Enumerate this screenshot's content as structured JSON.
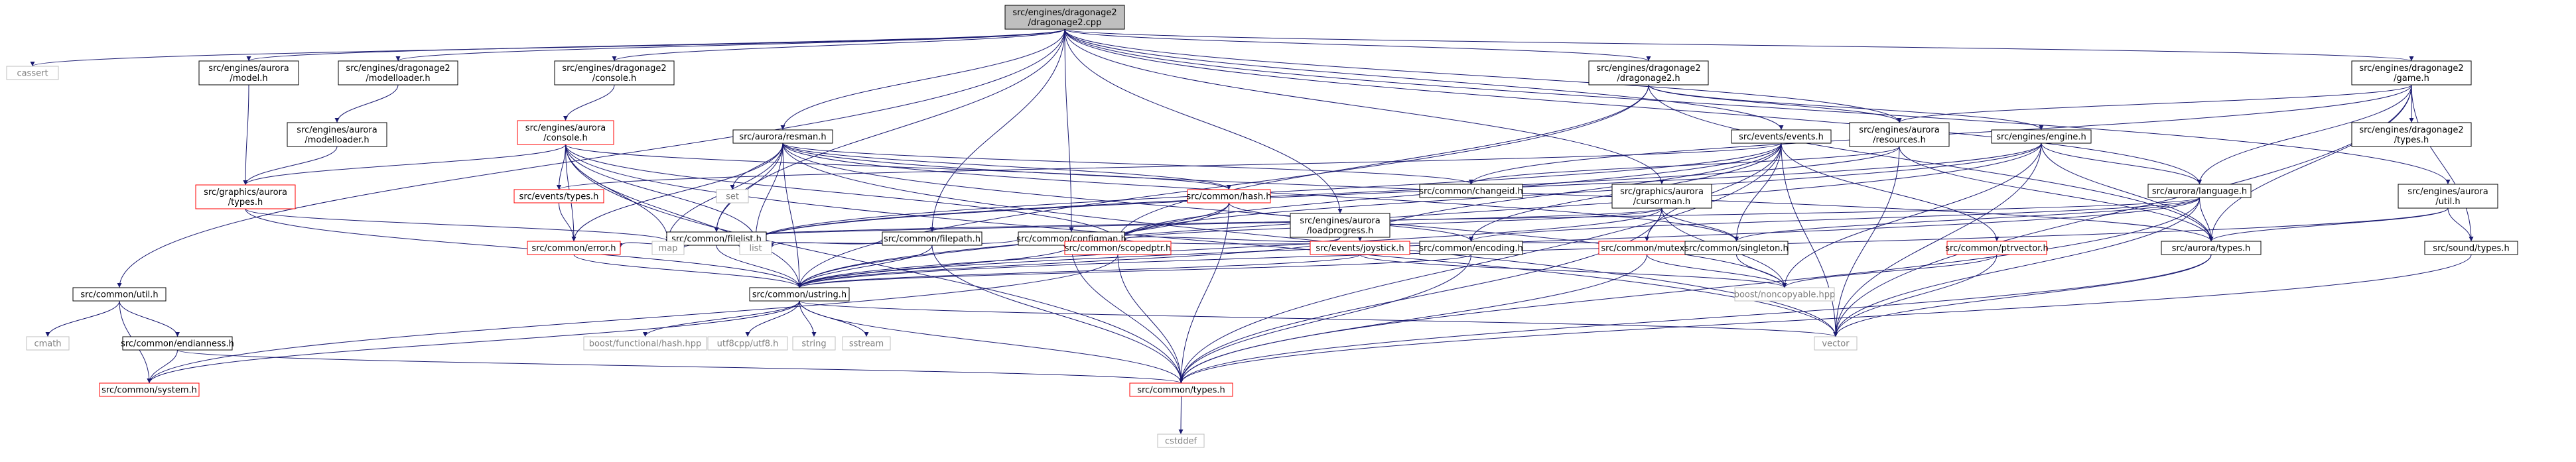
{
  "diagram": {
    "colors": {
      "edge": "#191970",
      "node_border": "#000000",
      "node_border_red": "#ff0000",
      "node_border_gray": "#bfbfbf",
      "root_fill": "#bfbfbf",
      "node_fill": "#ffffff",
      "text_gray": "#808080"
    },
    "nodes": [
      {
        "id": "root",
        "lines": [
          "src/engines/dragonage2",
          "/dragonage2.cpp"
        ],
        "style": "root"
      },
      {
        "id": "cassert",
        "lines": [
          "cassert"
        ],
        "style": "sys"
      },
      {
        "id": "model",
        "lines": [
          "src/engines/aurora",
          "/model.h"
        ],
        "style": "normal"
      },
      {
        "id": "modelloader_d",
        "lines": [
          "src/engines/dragonage2",
          "/modelloader.h"
        ],
        "style": "normal"
      },
      {
        "id": "console_d",
        "lines": [
          "src/engines/dragonage2",
          "/console.h"
        ],
        "style": "normal"
      },
      {
        "id": "dragonage2h",
        "lines": [
          "src/engines/dragonage2",
          "/dragonage2.h"
        ],
        "style": "normal"
      },
      {
        "id": "game",
        "lines": [
          "src/engines/dragonage2",
          "/game.h"
        ],
        "style": "normal"
      },
      {
        "id": "modelloader_a",
        "lines": [
          "src/engines/aurora",
          "/modelloader.h"
        ],
        "style": "normal"
      },
      {
        "id": "console_a",
        "lines": [
          "src/engines/aurora",
          "/console.h"
        ],
        "style": "red"
      },
      {
        "id": "resman",
        "lines": [
          "src/aurora/resman.h"
        ],
        "style": "normal"
      },
      {
        "id": "events",
        "lines": [
          "src/events/events.h"
        ],
        "style": "normal"
      },
      {
        "id": "resources",
        "lines": [
          "src/engines/aurora",
          "/resources.h"
        ],
        "style": "normal"
      },
      {
        "id": "engine",
        "lines": [
          "src/engines/engine.h"
        ],
        "style": "normal"
      },
      {
        "id": "typesd",
        "lines": [
          "src/engines/dragonage2",
          "/types.h"
        ],
        "style": "normal"
      },
      {
        "id": "gtypes",
        "lines": [
          "src/graphics/aurora",
          "/types.h"
        ],
        "style": "red"
      },
      {
        "id": "etypes",
        "lines": [
          "src/events/types.h"
        ],
        "style": "red"
      },
      {
        "id": "set",
        "lines": [
          "set"
        ],
        "style": "sys"
      },
      {
        "id": "hash",
        "lines": [
          "src/common/hash.h"
        ],
        "style": "red"
      },
      {
        "id": "changeid",
        "lines": [
          "src/common/changeid.h"
        ],
        "style": "normal"
      },
      {
        "id": "cursorman",
        "lines": [
          "src/graphics/aurora",
          "/cursorman.h"
        ],
        "style": "normal"
      },
      {
        "id": "language",
        "lines": [
          "src/aurora/language.h"
        ],
        "style": "normal"
      },
      {
        "id": "autil",
        "lines": [
          "src/engines/aurora",
          "/util.h"
        ],
        "style": "normal"
      },
      {
        "id": "filelist",
        "lines": [
          "src/common/filelist.h"
        ],
        "style": "normal"
      },
      {
        "id": "filepath",
        "lines": [
          "src/common/filepath.h"
        ],
        "style": "normal"
      },
      {
        "id": "configman",
        "lines": [
          "src/common/configman.h"
        ],
        "style": "normal"
      },
      {
        "id": "loadprogress",
        "lines": [
          "src/engines/aurora",
          "/loadprogress.h"
        ],
        "style": "normal"
      },
      {
        "id": "map",
        "lines": [
          "map"
        ],
        "style": "sys"
      },
      {
        "id": "list",
        "lines": [
          "list"
        ],
        "style": "sys"
      },
      {
        "id": "error",
        "lines": [
          "src/common/error.h"
        ],
        "style": "red"
      },
      {
        "id": "scopedptr",
        "lines": [
          "src/common/scopedptr.h"
        ],
        "style": "red"
      },
      {
        "id": "joystick",
        "lines": [
          "src/events/joystick.h"
        ],
        "style": "red"
      },
      {
        "id": "encoding",
        "lines": [
          "src/common/encoding.h"
        ],
        "style": "normal"
      },
      {
        "id": "mutex",
        "lines": [
          "src/common/mutex.h"
        ],
        "style": "red"
      },
      {
        "id": "singleton",
        "lines": [
          "src/common/singleton.h"
        ],
        "style": "normal"
      },
      {
        "id": "ptrvector",
        "lines": [
          "src/common/ptrvector.h"
        ],
        "style": "red"
      },
      {
        "id": "atypes",
        "lines": [
          "src/aurora/types.h"
        ],
        "style": "normal"
      },
      {
        "id": "soundtypes",
        "lines": [
          "src/sound/types.h"
        ],
        "style": "normal"
      },
      {
        "id": "cutil",
        "lines": [
          "src/common/util.h"
        ],
        "style": "normal"
      },
      {
        "id": "ustring",
        "lines": [
          "src/common/ustring.h"
        ],
        "style": "normal"
      },
      {
        "id": "noncopyable",
        "lines": [
          "boost/noncopyable.hpp"
        ],
        "style": "sys"
      },
      {
        "id": "cmath",
        "lines": [
          "cmath"
        ],
        "style": "sys"
      },
      {
        "id": "endianness",
        "lines": [
          "src/common/endianness.h"
        ],
        "style": "normal"
      },
      {
        "id": "boosthash",
        "lines": [
          "boost/functional/hash.hpp"
        ],
        "style": "sys"
      },
      {
        "id": "utf8",
        "lines": [
          "utf8cpp/utf8.h"
        ],
        "style": "sys"
      },
      {
        "id": "string",
        "lines": [
          "string"
        ],
        "style": "sys"
      },
      {
        "id": "sstream",
        "lines": [
          "sstream"
        ],
        "style": "sys"
      },
      {
        "id": "vector",
        "lines": [
          "vector"
        ],
        "style": "sys"
      },
      {
        "id": "system",
        "lines": [
          "src/common/system.h"
        ],
        "style": "red"
      },
      {
        "id": "ctypes",
        "lines": [
          "src/common/types.h"
        ],
        "style": "red"
      },
      {
        "id": "cstddef",
        "lines": [
          "cstddef"
        ],
        "style": "sys"
      }
    ],
    "edges": [
      [
        "root",
        "cassert"
      ],
      [
        "root",
        "model"
      ],
      [
        "root",
        "modelloader_d"
      ],
      [
        "root",
        "console_d"
      ],
      [
        "root",
        "dragonage2h"
      ],
      [
        "root",
        "game"
      ],
      [
        "root",
        "resman"
      ],
      [
        "root",
        "filelist"
      ],
      [
        "root",
        "filepath"
      ],
      [
        "root",
        "configman"
      ],
      [
        "root",
        "loadprogress"
      ],
      [
        "root",
        "events"
      ],
      [
        "root",
        "resources"
      ],
      [
        "root",
        "cursorman"
      ],
      [
        "root",
        "language"
      ],
      [
        "root",
        "autil"
      ],
      [
        "root",
        "cutil"
      ],
      [
        "model",
        "gtypes"
      ],
      [
        "modelloader_d",
        "modelloader_a"
      ],
      [
        "modelloader_a",
        "gtypes"
      ],
      [
        "console_d",
        "console_a"
      ],
      [
        "console_a",
        "gtypes"
      ],
      [
        "console_a",
        "etypes"
      ],
      [
        "console_a",
        "map"
      ],
      [
        "console_a",
        "list"
      ],
      [
        "console_a",
        "error"
      ],
      [
        "console_a",
        "ustring"
      ],
      [
        "console_a",
        "scopedptr"
      ],
      [
        "console_a",
        "hash"
      ],
      [
        "console_a",
        "vector"
      ],
      [
        "console_a",
        "ctypes"
      ],
      [
        "dragonage2h",
        "ustring"
      ],
      [
        "dragonage2h",
        "resources"
      ],
      [
        "dragonage2h",
        "engine"
      ],
      [
        "dragonage2h",
        "atypes"
      ],
      [
        "dragonage2h",
        "scopedptr"
      ],
      [
        "game",
        "resources"
      ],
      [
        "game",
        "typesd"
      ],
      [
        "game",
        "atypes"
      ],
      [
        "game",
        "soundtypes"
      ],
      [
        "game",
        "language"
      ],
      [
        "game",
        "vector"
      ],
      [
        "game",
        "changeid"
      ],
      [
        "resman",
        "set"
      ],
      [
        "resman",
        "map"
      ],
      [
        "resman",
        "list"
      ],
      [
        "resman",
        "hash"
      ],
      [
        "resman",
        "filelist"
      ],
      [
        "resman",
        "changeid"
      ],
      [
        "resman",
        "atypes"
      ],
      [
        "resman",
        "singleton"
      ],
      [
        "resman",
        "ustring"
      ],
      [
        "resman",
        "error"
      ],
      [
        "resman",
        "noncopyable"
      ],
      [
        "resman",
        "vector"
      ],
      [
        "events",
        "etypes"
      ],
      [
        "events",
        "list"
      ],
      [
        "events",
        "joystick"
      ],
      [
        "events",
        "mutex"
      ],
      [
        "events",
        "singleton"
      ],
      [
        "events",
        "ptrvector"
      ],
      [
        "events",
        "ctypes"
      ],
      [
        "events",
        "vector"
      ],
      [
        "events",
        "scopedptr"
      ],
      [
        "events",
        "encoding"
      ],
      [
        "resources",
        "list"
      ],
      [
        "resources",
        "changeid"
      ],
      [
        "resources",
        "atypes"
      ],
      [
        "resources",
        "vector"
      ],
      [
        "engine",
        "list"
      ],
      [
        "engine",
        "language"
      ],
      [
        "engine",
        "atypes"
      ],
      [
        "engine",
        "noncopyable"
      ],
      [
        "engine",
        "ustring"
      ],
      [
        "engine",
        "vector"
      ],
      [
        "engine",
        "scopedptr"
      ],
      [
        "gtypes",
        "map"
      ],
      [
        "gtypes",
        "ustring"
      ],
      [
        "etypes",
        "error"
      ],
      [
        "hash",
        "ustring"
      ],
      [
        "hash",
        "scopedptr"
      ],
      [
        "hash",
        "encoding"
      ],
      [
        "hash",
        "ctypes"
      ],
      [
        "cursorman",
        "scopedptr"
      ],
      [
        "cursorman",
        "singleton"
      ],
      [
        "cursorman",
        "mutex"
      ],
      [
        "cursorman",
        "ustring"
      ],
      [
        "cursorman",
        "ctypes"
      ],
      [
        "cursorman",
        "map"
      ],
      [
        "cursorman",
        "noncopyable"
      ],
      [
        "language",
        "atypes"
      ],
      [
        "language",
        "map"
      ],
      [
        "language",
        "vector"
      ],
      [
        "language",
        "singleton"
      ],
      [
        "language",
        "encoding"
      ],
      [
        "language",
        "ctypes"
      ],
      [
        "language",
        "ustring"
      ],
      [
        "autil",
        "atypes"
      ],
      [
        "autil",
        "soundtypes"
      ],
      [
        "autil",
        "ustring"
      ],
      [
        "filelist",
        "list"
      ],
      [
        "filelist",
        "ustring"
      ],
      [
        "filelist",
        "error"
      ],
      [
        "filepath",
        "list"
      ],
      [
        "filepath",
        "ustring"
      ],
      [
        "filepath",
        "ctypes"
      ],
      [
        "configman",
        "ustring"
      ],
      [
        "configman",
        "map"
      ],
      [
        "configman",
        "scopedptr"
      ],
      [
        "configman",
        "singleton"
      ],
      [
        "configman",
        "ctypes"
      ],
      [
        "loadprogress",
        "ustring"
      ],
      [
        "loadprogress",
        "scopedptr"
      ],
      [
        "error",
        "ustring"
      ],
      [
        "scopedptr",
        "ctypes"
      ],
      [
        "scopedptr",
        "system"
      ],
      [
        "joystick",
        "ustring"
      ],
      [
        "joystick",
        "noncopyable"
      ],
      [
        "encoding",
        "ustring"
      ],
      [
        "encoding",
        "ctypes"
      ],
      [
        "mutex",
        "ctypes"
      ],
      [
        "mutex",
        "noncopyable"
      ],
      [
        "singleton",
        "noncopyable"
      ],
      [
        "ptrvector",
        "vector"
      ],
      [
        "ptrvector",
        "noncopyable"
      ],
      [
        "atypes",
        "vector"
      ],
      [
        "atypes",
        "ctypes"
      ],
      [
        "soundtypes",
        "ctypes"
      ],
      [
        "cutil",
        "cmath"
      ],
      [
        "cutil",
        "endianness"
      ],
      [
        "cutil",
        "system"
      ],
      [
        "endianness",
        "system"
      ],
      [
        "endianness",
        "ctypes"
      ],
      [
        "ustring",
        "boosthash"
      ],
      [
        "ustring",
        "utf8"
      ],
      [
        "ustring",
        "string"
      ],
      [
        "ustring",
        "sstream"
      ],
      [
        "ustring",
        "vector"
      ],
      [
        "ustring",
        "ctypes"
      ],
      [
        "ustring",
        "system"
      ],
      [
        "ctypes",
        "cstddef"
      ]
    ]
  }
}
